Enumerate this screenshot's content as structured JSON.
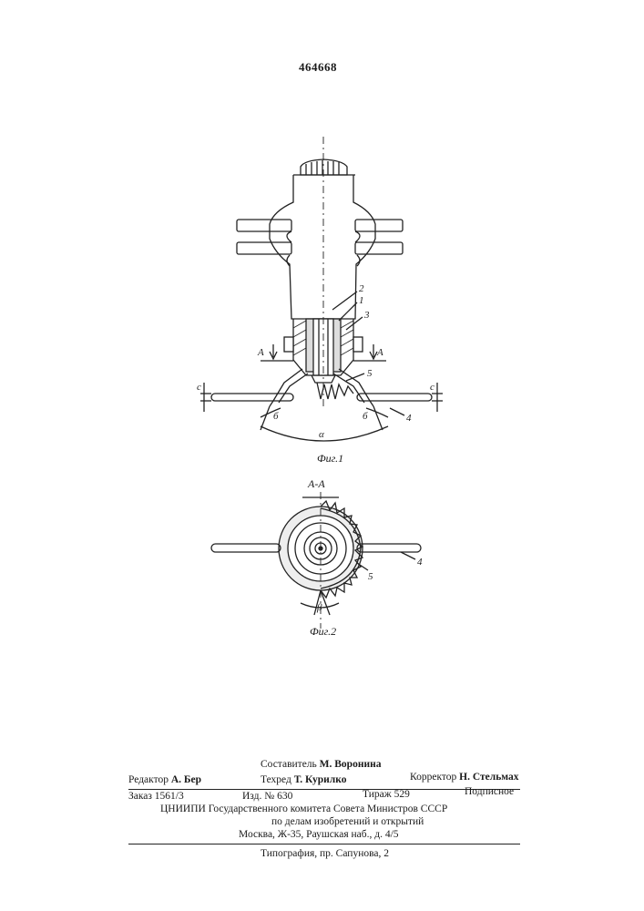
{
  "patent_number": "464668",
  "figures": {
    "fig1": {
      "caption": "Фиг.1",
      "labels": [
        "2",
        "1",
        "3",
        "А",
        "А",
        "5",
        "с",
        "с",
        "б",
        "б",
        "4",
        "α"
      ]
    },
    "fig2": {
      "section_title": "А-А",
      "caption": "Фиг.2",
      "labels": [
        "5",
        "4",
        "β"
      ]
    }
  },
  "colophon": {
    "compiler_label": "Составитель",
    "compiler_name": "М. Воронина",
    "editor_label": "Редактор",
    "editor_name": "А. Бер",
    "techred_label": "Техред",
    "techred_name": "Т. Курилко",
    "corrector_label": "Корректор",
    "corrector_name": "Н. Стельмах",
    "order": "Заказ 1561/3",
    "edition": "Изд. № 630",
    "print_run": "Тираж 529",
    "subscription": "Подписное",
    "org_line1": "ЦНИИПИ Государственного комитета Совета Министров СССР",
    "org_line2": "по делам изобретений и открытий",
    "address": "Москва, Ж-35, Раушская наб., д. 4/5",
    "printing_house": "Типография, пр. Сапунова, 2"
  }
}
